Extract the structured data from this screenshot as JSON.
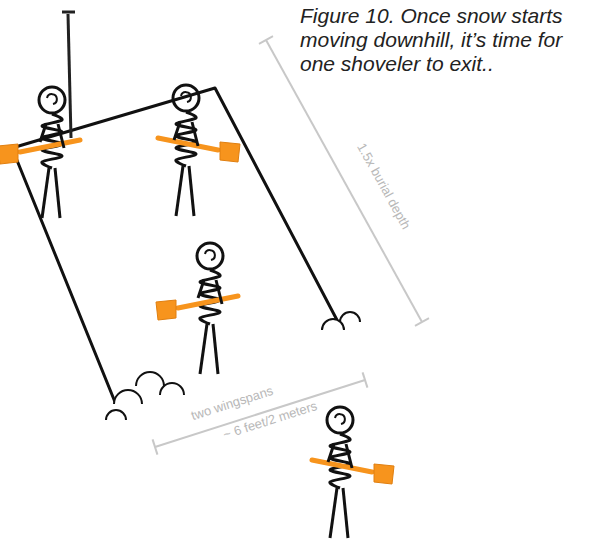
{
  "diagram": {
    "caption": "Figure 10. Once snow starts moving downhill, it’s time for one shoveler to exit..",
    "labels": [
      "1.5x burial depth",
      "two wingspans",
      "~ 6 feet/2 meters"
    ]
  }
}
